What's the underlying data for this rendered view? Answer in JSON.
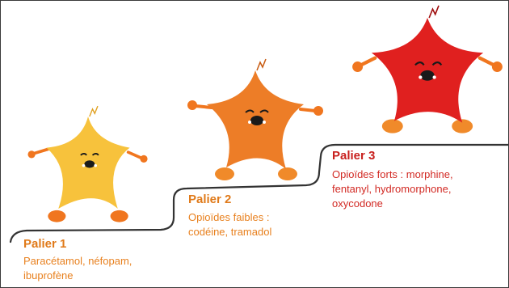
{
  "steps": [
    {
      "label": "Palier 1",
      "lines": [
        "Paracétamol, néfopam,",
        "ibuprofène"
      ],
      "label_color": "#e07a1a",
      "text_color": "#e8801e",
      "character_color": "#f7c23c"
    },
    {
      "label": "Palier 2",
      "lines": [
        "Opioïdes faibles :",
        "codéine, tramadol"
      ],
      "label_color": "#e07a1a",
      "text_color": "#e8801e",
      "character_color": "#ed7d27"
    },
    {
      "label": "Palier 3",
      "lines": [
        "Opioïdes forts : morphine,",
        "fentanyl, hydromorphone,",
        "oxycodone"
      ],
      "label_color": "#c8201e",
      "text_color": "#d22a24",
      "character_color": "#e0201f"
    }
  ],
  "colors": {
    "stair_line": "#333333",
    "limb": "#f0761f",
    "face": "#1a1a1a"
  }
}
